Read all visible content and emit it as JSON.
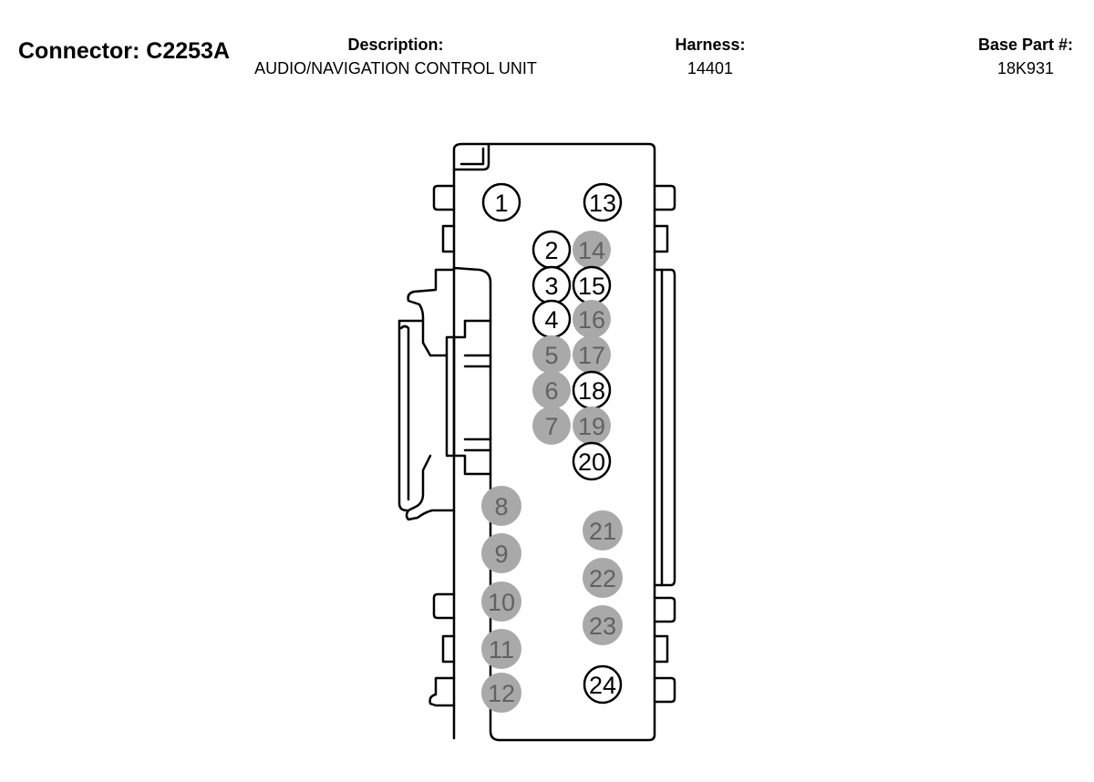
{
  "header": {
    "connector_label": "Connector:",
    "connector_id": "C2253A",
    "description_label": "Description:",
    "description_value": "AUDIO/NAVIGATION CONTROL UNIT",
    "harness_label": "Harness:",
    "harness_value": "14401",
    "base_part_label": "Base Part #:",
    "base_part_value": "18K931"
  },
  "colors": {
    "outline": "#000000",
    "pin_populated_fill": "#a9a9a9",
    "pin_populated_text": "#616161",
    "pin_empty_fill": "#ffffff",
    "pin_empty_text": "#000000"
  },
  "pins": [
    {
      "number": "1",
      "populated": false
    },
    {
      "number": "2",
      "populated": false
    },
    {
      "number": "3",
      "populated": false
    },
    {
      "number": "4",
      "populated": false
    },
    {
      "number": "5",
      "populated": true
    },
    {
      "number": "6",
      "populated": true
    },
    {
      "number": "7",
      "populated": true
    },
    {
      "number": "8",
      "populated": true
    },
    {
      "number": "9",
      "populated": true
    },
    {
      "number": "10",
      "populated": true
    },
    {
      "number": "11",
      "populated": true
    },
    {
      "number": "12",
      "populated": true
    },
    {
      "number": "13",
      "populated": false
    },
    {
      "number": "14",
      "populated": true
    },
    {
      "number": "15",
      "populated": false
    },
    {
      "number": "16",
      "populated": true
    },
    {
      "number": "17",
      "populated": true
    },
    {
      "number": "18",
      "populated": false
    },
    {
      "number": "19",
      "populated": true
    },
    {
      "number": "20",
      "populated": false
    },
    {
      "number": "21",
      "populated": true
    },
    {
      "number": "22",
      "populated": true
    },
    {
      "number": "23",
      "populated": true
    },
    {
      "number": "24",
      "populated": false
    }
  ]
}
